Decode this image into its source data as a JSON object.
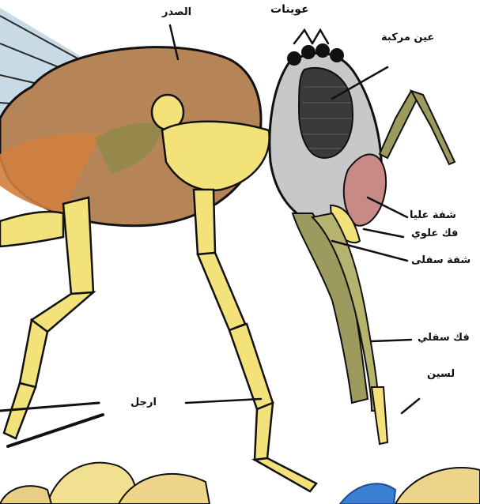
{
  "labels": {
    "thorax": "الصدر",
    "ocelli": "عوينات",
    "compound_eye": "عين مركبة",
    "labrum": "شفة عليا",
    "mandible": "فك علوي",
    "labium": "شفة سفلى",
    "maxilla": "فك سفلي",
    "legs": "ارجل",
    "tongue": "لسين"
  },
  "colors": {
    "thorax": "#b58457",
    "thorax_inner": "#d08040",
    "head": "#c8c8c8",
    "eye": "#3a3a3a",
    "labrum": "#c78a86",
    "legs": "#f3e27a",
    "mouthparts": "#9c9a5c",
    "wing": "#a9c6d8",
    "outline": "#111111"
  }
}
